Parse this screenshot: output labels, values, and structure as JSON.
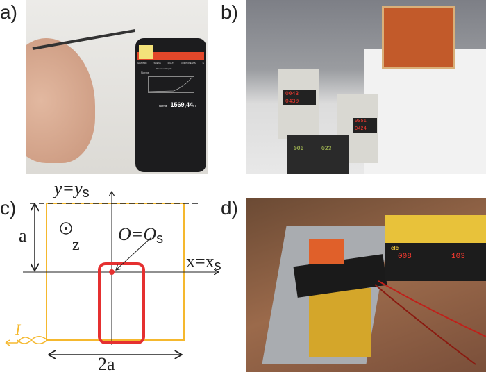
{
  "panels": {
    "a": "a)",
    "b": "b)",
    "c": "c)",
    "d": "d)"
  },
  "phone": {
    "tabs": [
      "GRAPHIC",
      "SCENE",
      "MULTI",
      "COMPONENTS",
      "G"
    ],
    "subtitle_left": "Précision",
    "subtitle_right": "Rapide",
    "series": "Norme",
    "value_label": "Norme",
    "value": "1569,44",
    "unit": "nT"
  },
  "supply_b": {
    "left_top": "0043",
    "left_bottom": "0430",
    "right_top": "0051",
    "right_bottom": "0424",
    "bottom_left": "006",
    "bottom_right": "023"
  },
  "supply_d": {
    "brand": "elc",
    "left": "008",
    "right": "103"
  },
  "diagram": {
    "y_label": "y=y",
    "y_sub": "s",
    "x_label": "x=x",
    "x_sub": "s",
    "origin_label": "O=O",
    "origin_sub": "s",
    "z_label": "z",
    "a_label": "a",
    "width_label": "2a",
    "current_label": "I"
  },
  "colors": {
    "coil": "#f5b82e",
    "phone_outline": "#e53030",
    "axes": "#222222"
  }
}
